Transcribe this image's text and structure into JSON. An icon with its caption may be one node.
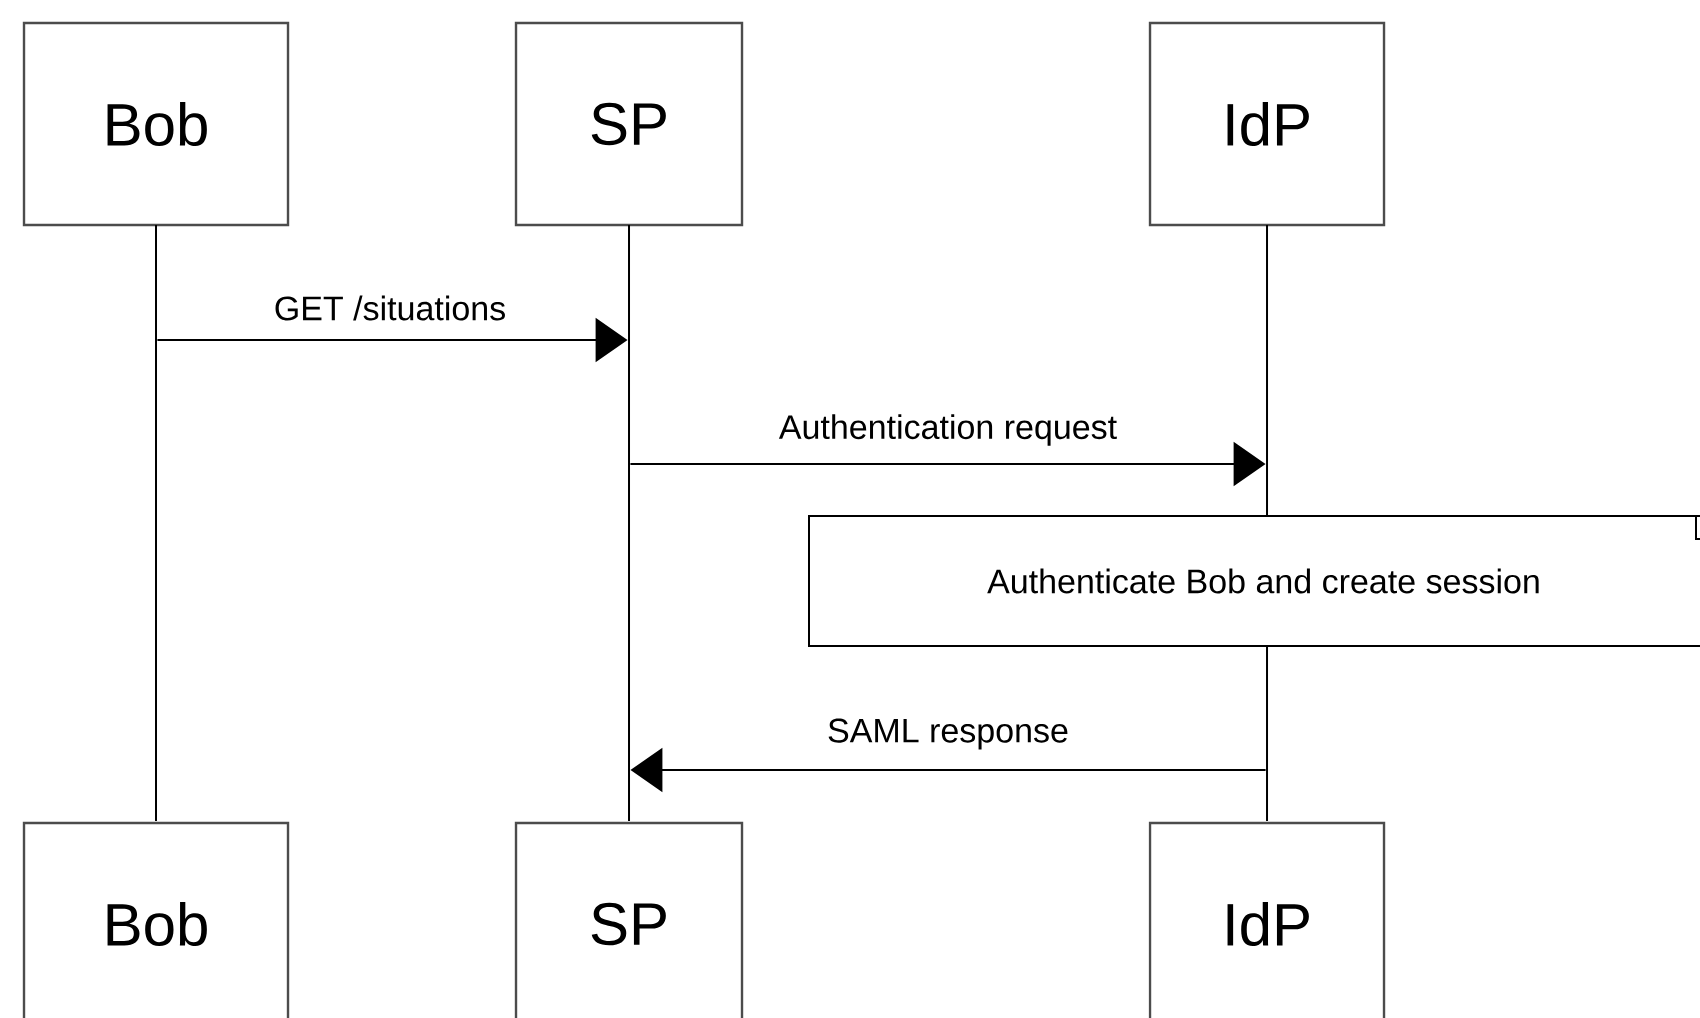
{
  "diagram": {
    "nodes": [
      {
        "text": [
          "Bob"
        ]
      },
      {
        "text": [
          "SP"
        ]
      },
      {
        "text": [
          "IdP"
        ]
      },
      {
        "text": [],
        "shape": "line"
      },
      {
        "text": [],
        "shape": "line"
      },
      {
        "text": [],
        "shape": "line"
      },
      {
        "text": [
          "Authenticate Bob and create session"
        ]
      },
      {
        "text": [
          "Bob"
        ]
      },
      {
        "text": [
          "SP"
        ]
      },
      {
        "text": [
          "IdP"
        ]
      }
    ],
    "edges": [
      {
        "from": 3,
        "to": 4,
        "arrow": "to",
        "label": "GET /situations"
      },
      {
        "from": 4,
        "to": 5,
        "arrow": "to",
        "label": "Authentication request"
      },
      {
        "from": 5,
        "to": 4,
        "arrow": "to",
        "label": "SAML response"
      }
    ]
  }
}
